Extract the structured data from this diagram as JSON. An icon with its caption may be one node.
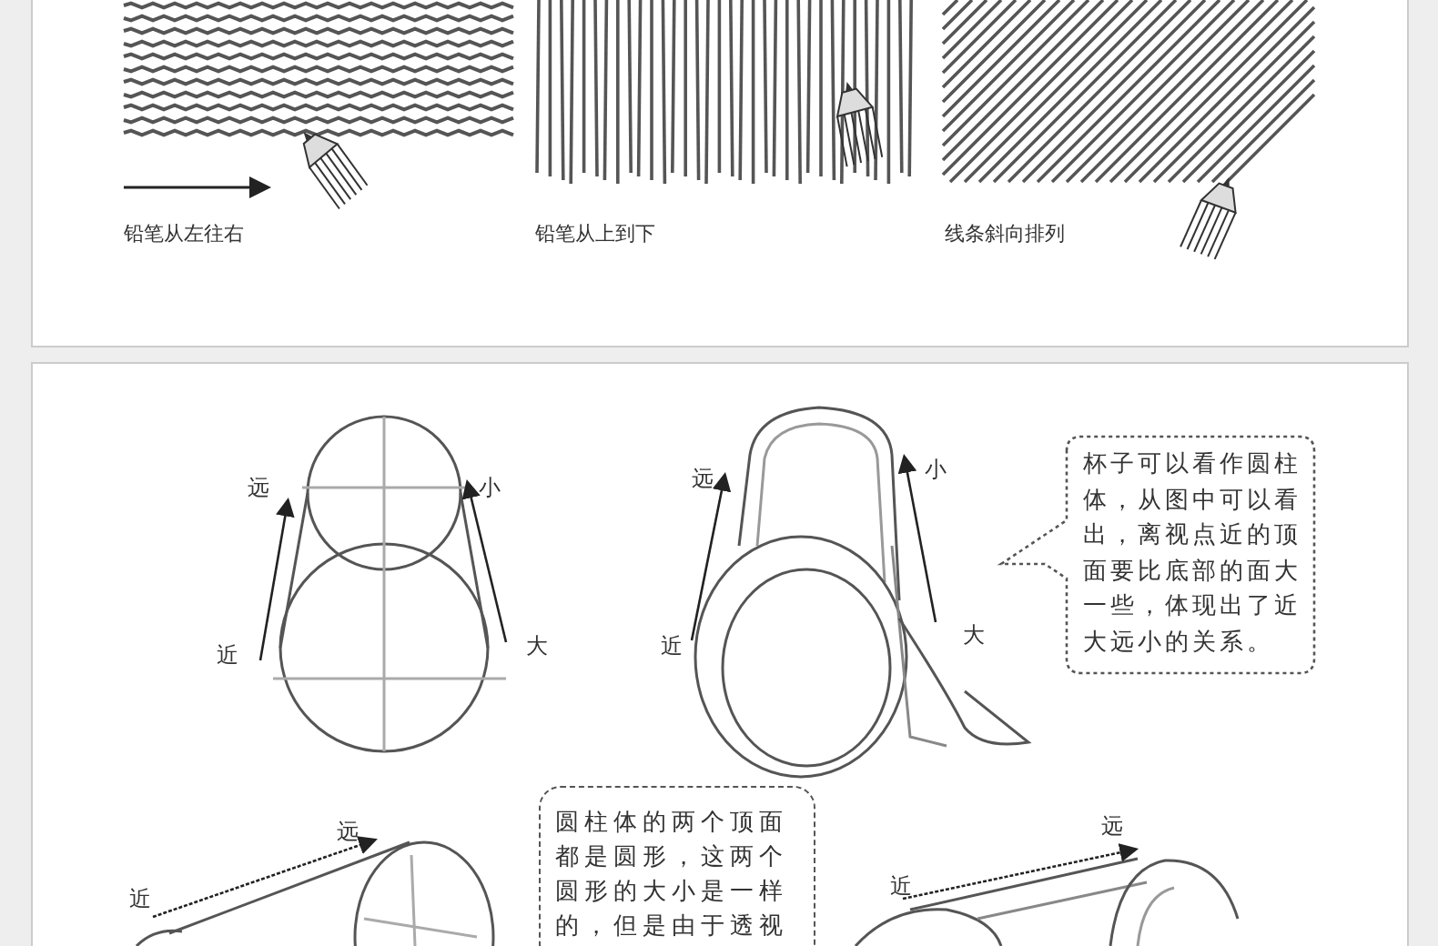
{
  "diagram": {
    "nodes": [
      {
        "text": [
          "杯子可以看作圆柱体，从图中可以看出，离视点近的顶面要比底部的面大一些，体现出了近大远小的关系。"
        ]
      },
      {
        "text": [
          "圆柱体的两个顶面都是圆形，这两个圆形的大小是一样的，但是由于透视发生变"
        ]
      }
    ],
    "labels": [
      "铅笔从左往右",
      "铅笔从上到下",
      "线条斜向排列",
      "远",
      "小",
      "近",
      "大",
      "远",
      "小",
      "近",
      "大",
      "远",
      "近",
      "远",
      "近"
    ]
  }
}
